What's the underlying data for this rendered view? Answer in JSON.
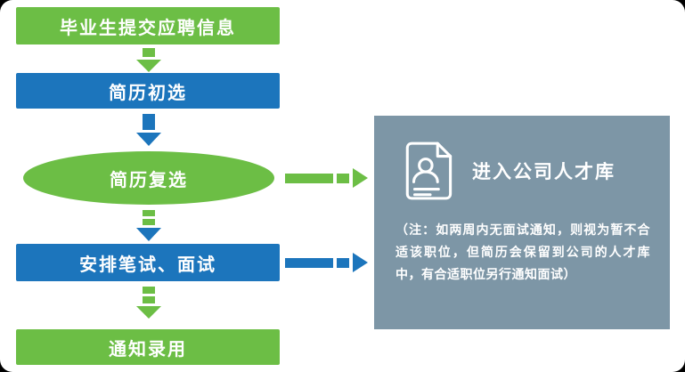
{
  "flow": {
    "steps": [
      {
        "label": "毕业生提交应聘信息"
      },
      {
        "label": "简历初选"
      },
      {
        "label": "简历复选"
      },
      {
        "label": "安排笔试、面试"
      },
      {
        "label": "通知录用"
      }
    ]
  },
  "panel": {
    "title": "进入公司人才库",
    "note": "（注：如两周内无面试通知，则视为暂不合适该职位，但简历会保留到公司的人才库中，有合适职位另行通知面试）",
    "icon": "resume-document-icon"
  },
  "colors": {
    "green": "#6CBE45",
    "blue": "#1C75BC",
    "panel": "#7D96A6",
    "text": "#FFFFFF",
    "background": "#FFFFFF"
  }
}
